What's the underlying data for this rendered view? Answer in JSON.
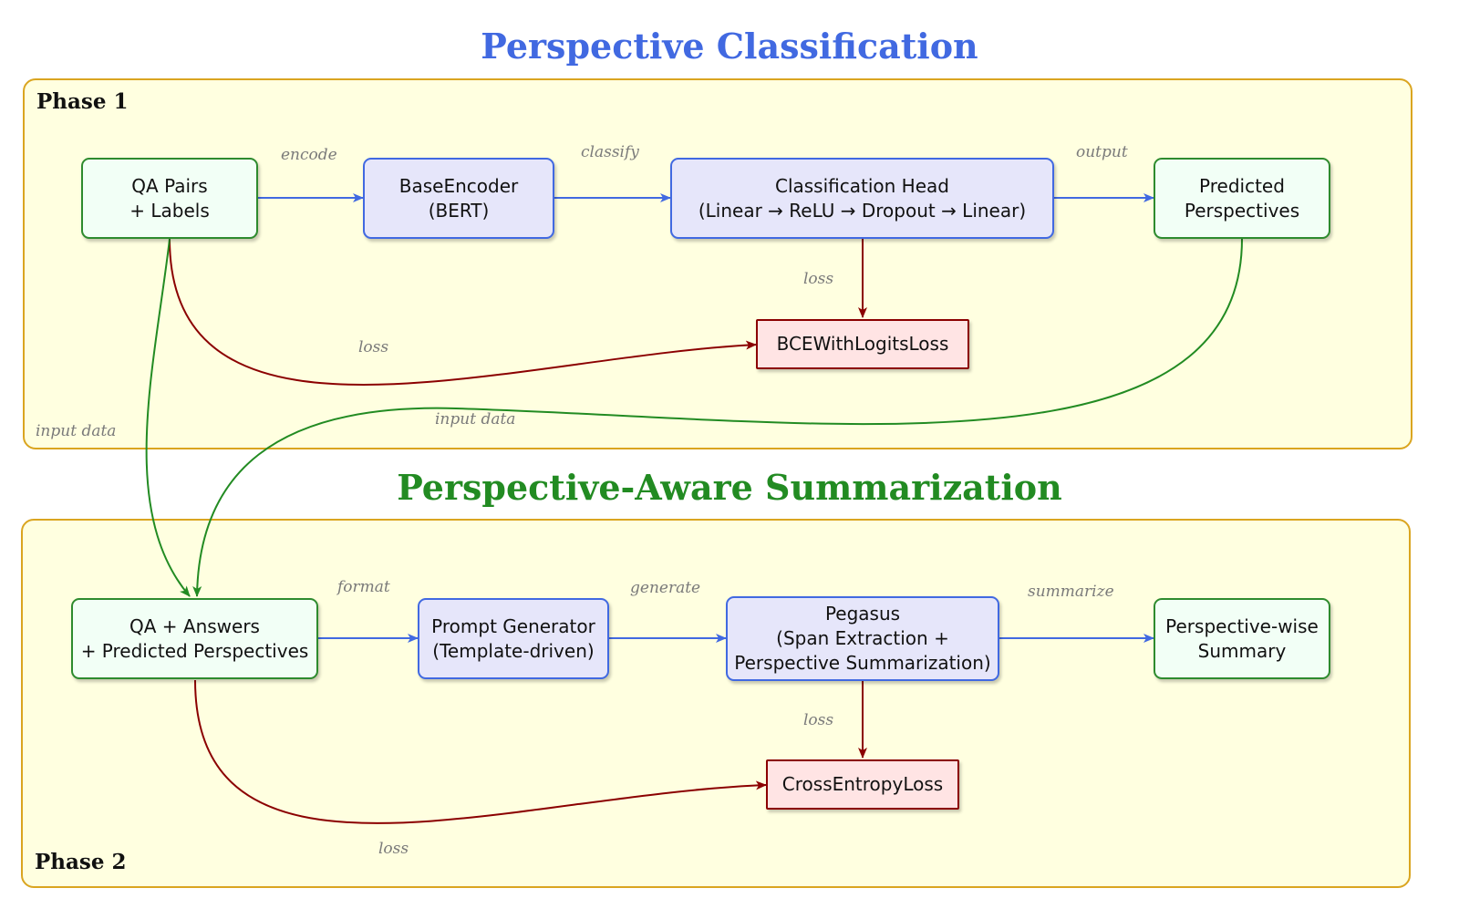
{
  "colors": {
    "phase1_title": "#4169e1",
    "phase2_title": "#228b22",
    "phase_border": "#daa520",
    "phase_fill": "#ffffe0",
    "data_border": "#2e8b2e",
    "model_border": "#4169e1",
    "loss_border": "#8b0000",
    "flow_arrow": "#4169e1",
    "loss_arrow": "#8b0000",
    "data_arrow": "#228b22"
  },
  "phase1": {
    "title": "Perspective Classification",
    "label": "Phase 1",
    "nodes": {
      "qa_pairs": "QA Pairs\n+ Labels",
      "base_encoder": "BaseEncoder\n(BERT)",
      "classification_head": "Classification Head\n(Linear → ReLU → Dropout → Linear)",
      "predicted_perspectives": "Predicted\nPerspectives",
      "bce_loss": "BCEWithLogitsLoss"
    },
    "edge_labels": {
      "encode": "encode",
      "classify": "classify",
      "output": "output",
      "head_loss": "loss",
      "labels_loss": "loss",
      "input_data_left": "input data",
      "input_data_right": "input data"
    }
  },
  "phase2": {
    "title": "Perspective-Aware Summarization",
    "label": "Phase 2",
    "nodes": {
      "qa_answers": "QA + Answers\n+ Predicted Perspectives",
      "prompt_generator": "Prompt Generator\n(Template-driven)",
      "pegasus": "Pegasus\n(Span Extraction +\nPerspective Summarization)",
      "summary": "Perspective-wise\nSummary",
      "ce_loss": "CrossEntropyLoss"
    },
    "edge_labels": {
      "format": "format",
      "generate": "generate",
      "summarize": "summarize",
      "pegasus_loss": "loss",
      "answers_loss": "loss"
    }
  }
}
